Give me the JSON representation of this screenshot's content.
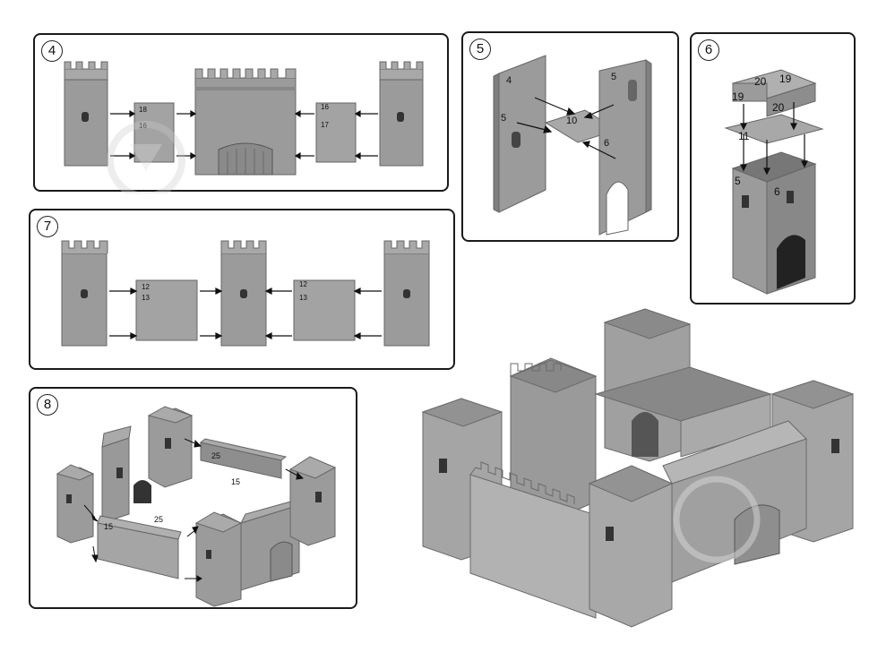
{
  "steps": {
    "s4": "4",
    "s5": "5",
    "s6": "6",
    "s7": "7",
    "s8": "8"
  },
  "step4": {
    "left_panel_top": "18",
    "left_panel_bottom": "16",
    "right_panel_top": "16",
    "right_panel_bottom": "17"
  },
  "step5": {
    "wall_left_top": "4",
    "wall_left_side": "5",
    "floor": "10",
    "wall_right_top": "5",
    "wall_right_side": "6"
  },
  "step6": {
    "crown_a": "20",
    "crown_b": "19",
    "crown_c": "19",
    "crown_d": "20",
    "plate": "11",
    "tower_a": "5",
    "tower_b": "6"
  },
  "step7": {
    "left_top": "12",
    "left_bottom": "13",
    "right_top": "12",
    "right_bottom": "13"
  },
  "step8": {
    "wall_back_a": "25",
    "wall_back_b": "15",
    "wall_front_a": "25",
    "wall_front_b": "15"
  },
  "colors": {
    "part": "#9b9b9b",
    "part_dark": "#7e7e7e",
    "part_light": "#b5b5b5",
    "outline": "#555555",
    "frame": "#1a1a1a"
  },
  "watermark": "play-triangle-watermark"
}
